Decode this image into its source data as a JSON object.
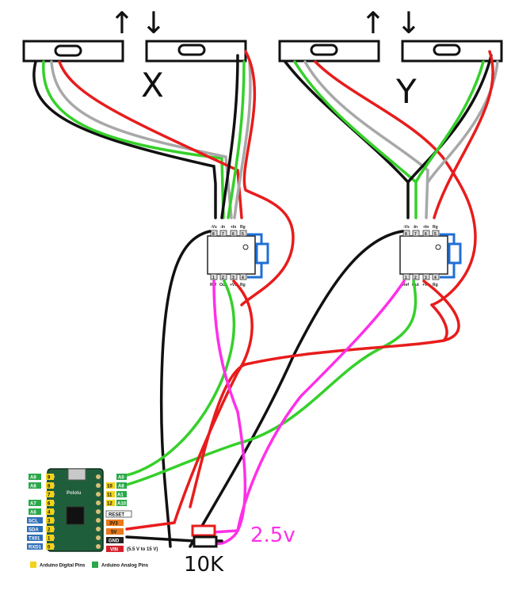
{
  "axes": [
    {
      "label": "X",
      "up_arrow": "↑",
      "down_arrow": "↓"
    },
    {
      "label": "Y",
      "up_arrow": "↑",
      "down_arrow": "↓"
    }
  ],
  "chip_pins_top": [
    "-Vs",
    "-In",
    "+In",
    "Rg"
  ],
  "chip_pins_bottom": [
    "Ref",
    "Out",
    "+Vs",
    "Rg"
  ],
  "chip_pin_numbers_top": [
    "8",
    "7",
    "6",
    "5"
  ],
  "chip_pin_numbers_bottom": [
    "1",
    "2",
    "3",
    "4"
  ],
  "annotations": {
    "voltage": "2.5v",
    "resistor": "10K"
  },
  "board": {
    "left_pins": [
      {
        "num": "9",
        "alt": "A9",
        "alt_color": "#2aa84a"
      },
      {
        "num": "8",
        "alt": "A8",
        "alt_color": "#2aa84a"
      },
      {
        "num": "7",
        "alt": "",
        "alt_color": ""
      },
      {
        "num": "6",
        "alt": "A7",
        "alt_color": "#2aa84a"
      },
      {
        "num": "4",
        "alt": "A6",
        "alt_color": "#2aa84a"
      },
      {
        "num": "3",
        "alt": "SCL",
        "alt_color": "#2f6fb8"
      },
      {
        "num": "2",
        "alt": "SDA",
        "alt_color": "#2f6fb8"
      },
      {
        "num": "1",
        "alt": "TX01",
        "alt_color": "#2f6fb8"
      },
      {
        "num": "0",
        "alt": "RXD1",
        "alt_color": "#2f6fb8"
      }
    ],
    "right_pins": [
      {
        "num": "A0",
        "kind": "analog"
      },
      {
        "num": "10",
        "kind": "digital",
        "alt": "A8"
      },
      {
        "num": "11",
        "kind": "digital",
        "alt": "A1"
      },
      {
        "num": "12",
        "kind": "digital",
        "alt": "A10"
      },
      {
        "num": "RESET",
        "kind": "power"
      },
      {
        "num": "3V3",
        "kind": "power"
      },
      {
        "num": "5V",
        "kind": "power"
      },
      {
        "num": "GND",
        "kind": "gnd"
      },
      {
        "num": "VIN",
        "kind": "vin"
      }
    ],
    "vin_note": "(5.5 V to 15 V)",
    "brand": "Pololu",
    "legend": [
      {
        "label": "Arduino Digital Pins",
        "color": "#f2d21b"
      },
      {
        "label": "Arduino Analog Pins",
        "color": "#2aa84a"
      }
    ]
  },
  "colors": {
    "black": "#111111",
    "red": "#e81c1c",
    "green": "#35d02a",
    "gray": "#a8a8a8",
    "blue": "#1f6fd6",
    "magenta": "#ff2fe8"
  }
}
